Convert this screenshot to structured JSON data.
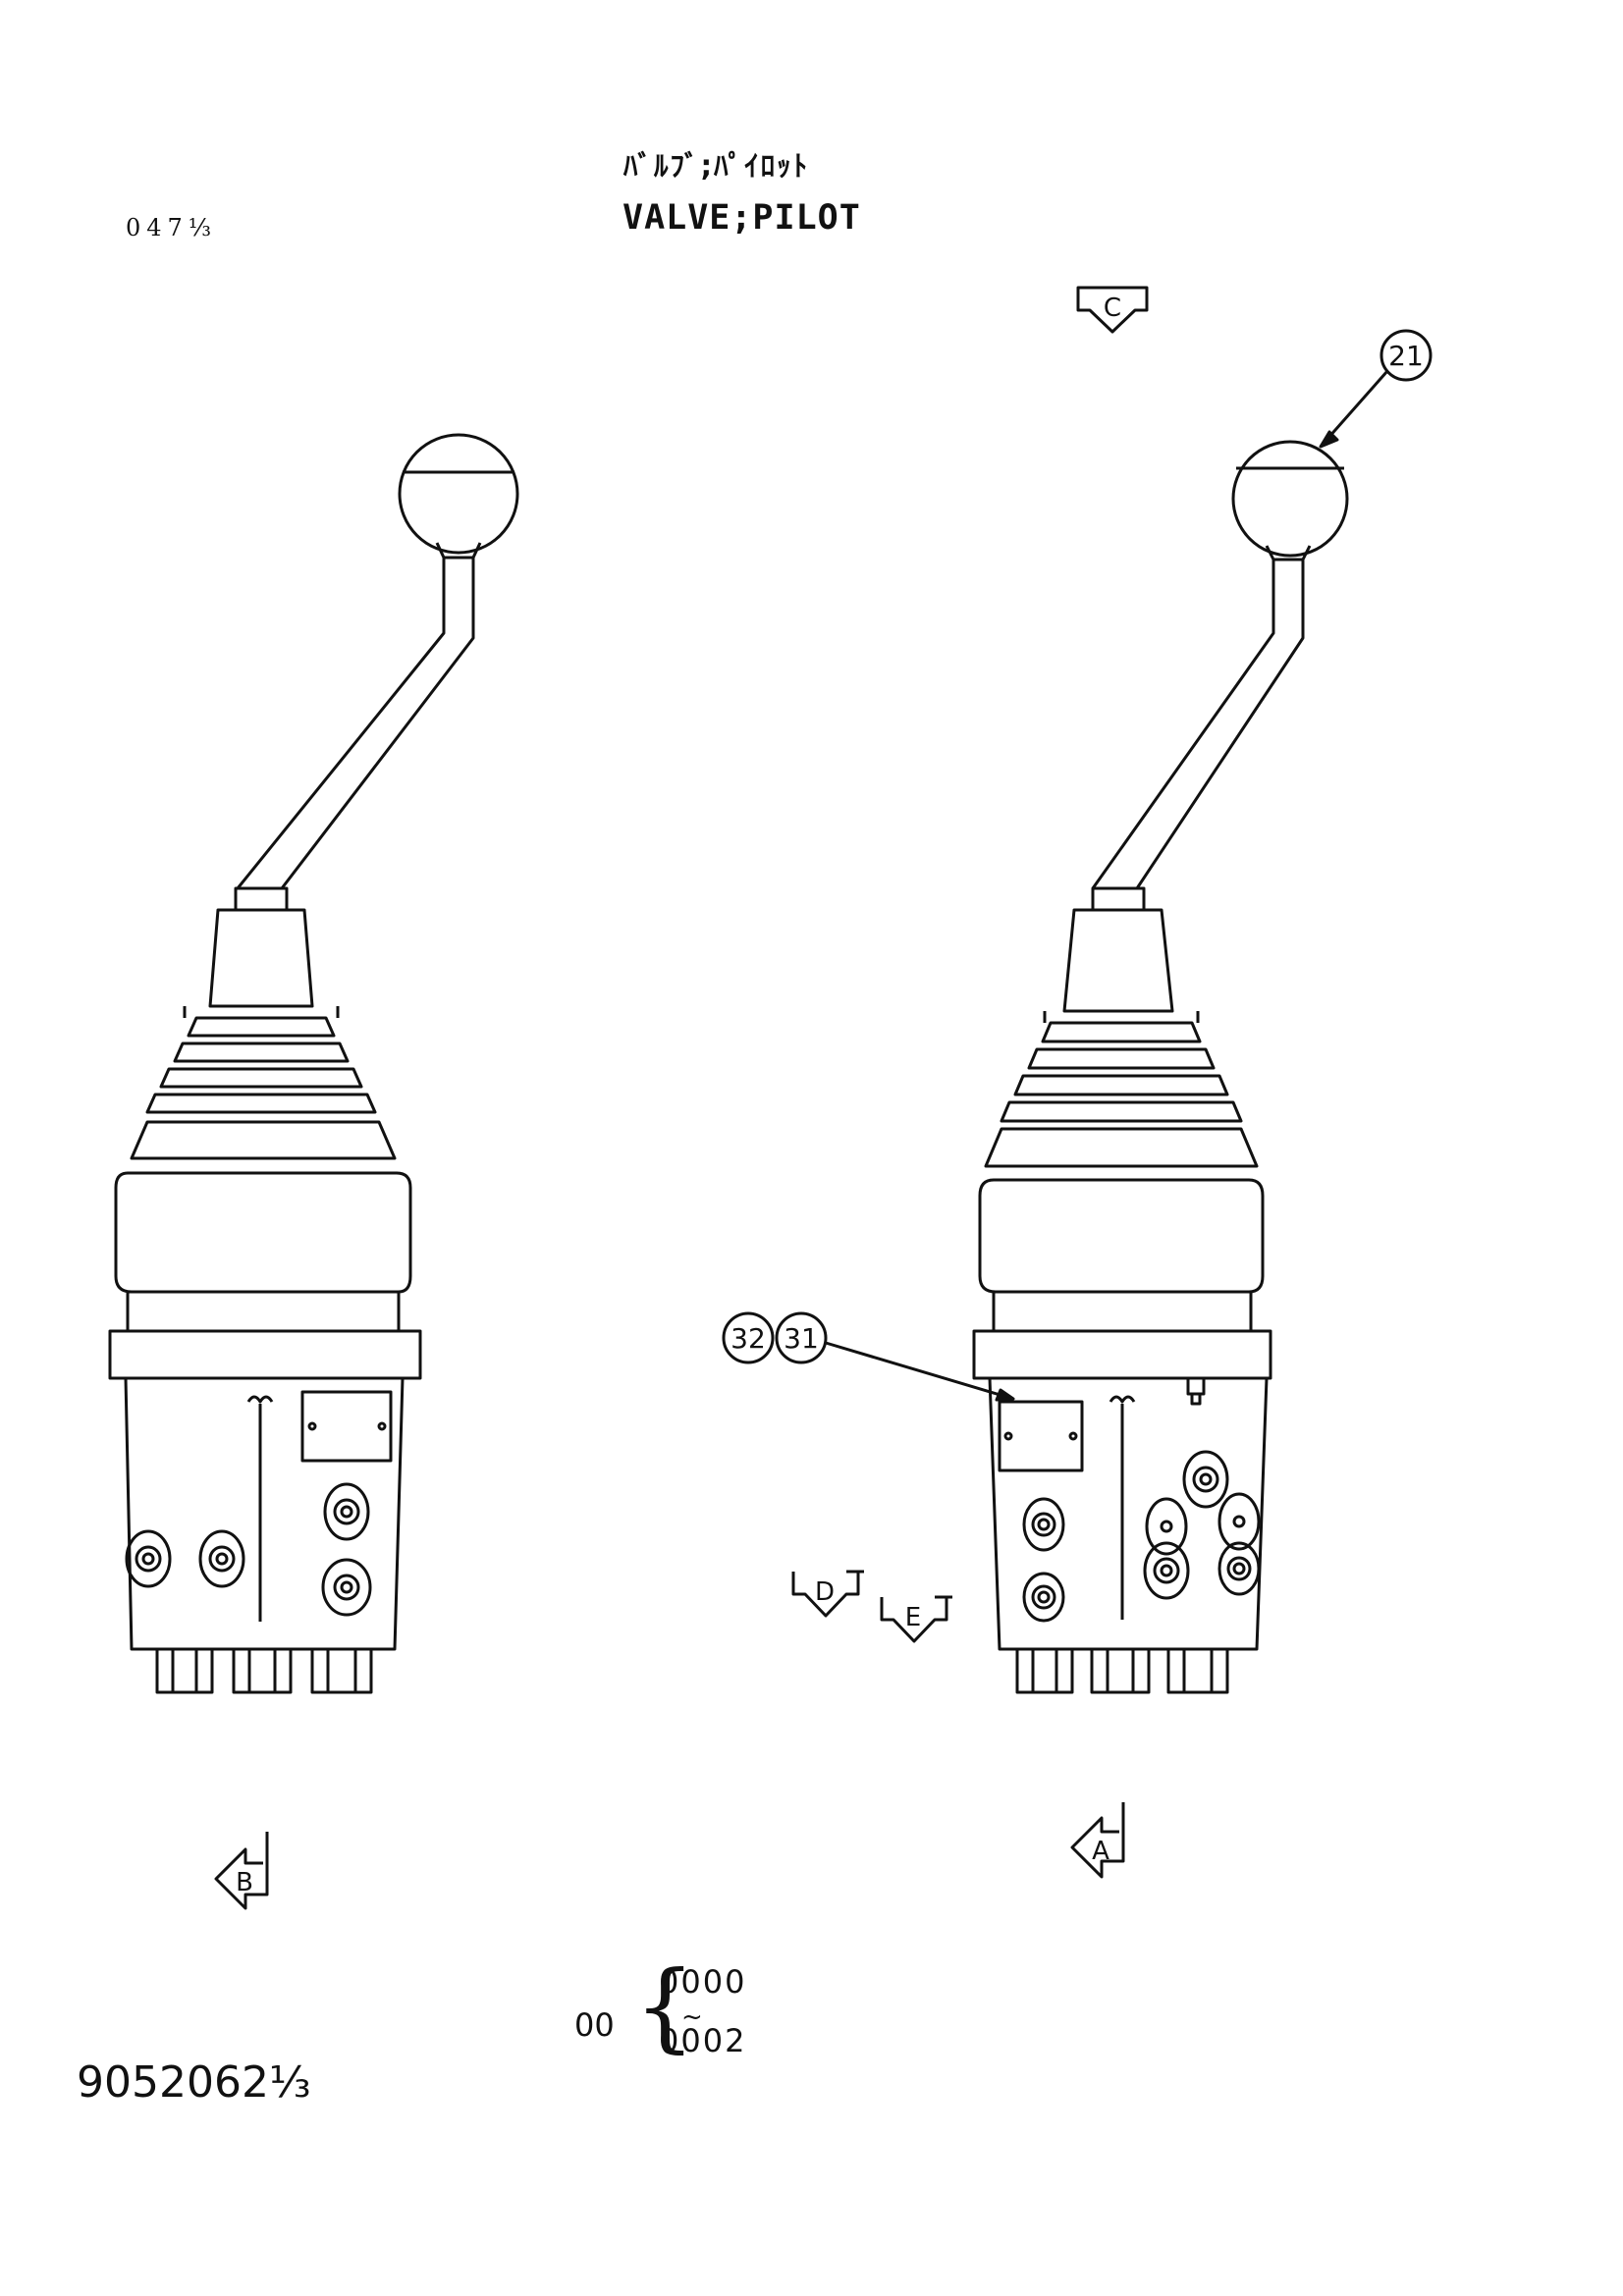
{
  "header": {
    "title_jp": "ﾊﾞﾙﾌﾞ;ﾊﾟｲﾛｯﾄ",
    "title_en": "VALVE;PILOT",
    "page_ref": "047⅓"
  },
  "callouts": {
    "item_21": "21",
    "item_32": "32",
    "item_31": "31"
  },
  "view_arrows": {
    "a": "A",
    "b": "B",
    "c": "C",
    "d": "D",
    "e": "E"
  },
  "serial_range": {
    "prefix": "00",
    "from": "0000",
    "tilde": "~",
    "to": "0002"
  },
  "footer": {
    "document_number": "9052062⅓"
  }
}
